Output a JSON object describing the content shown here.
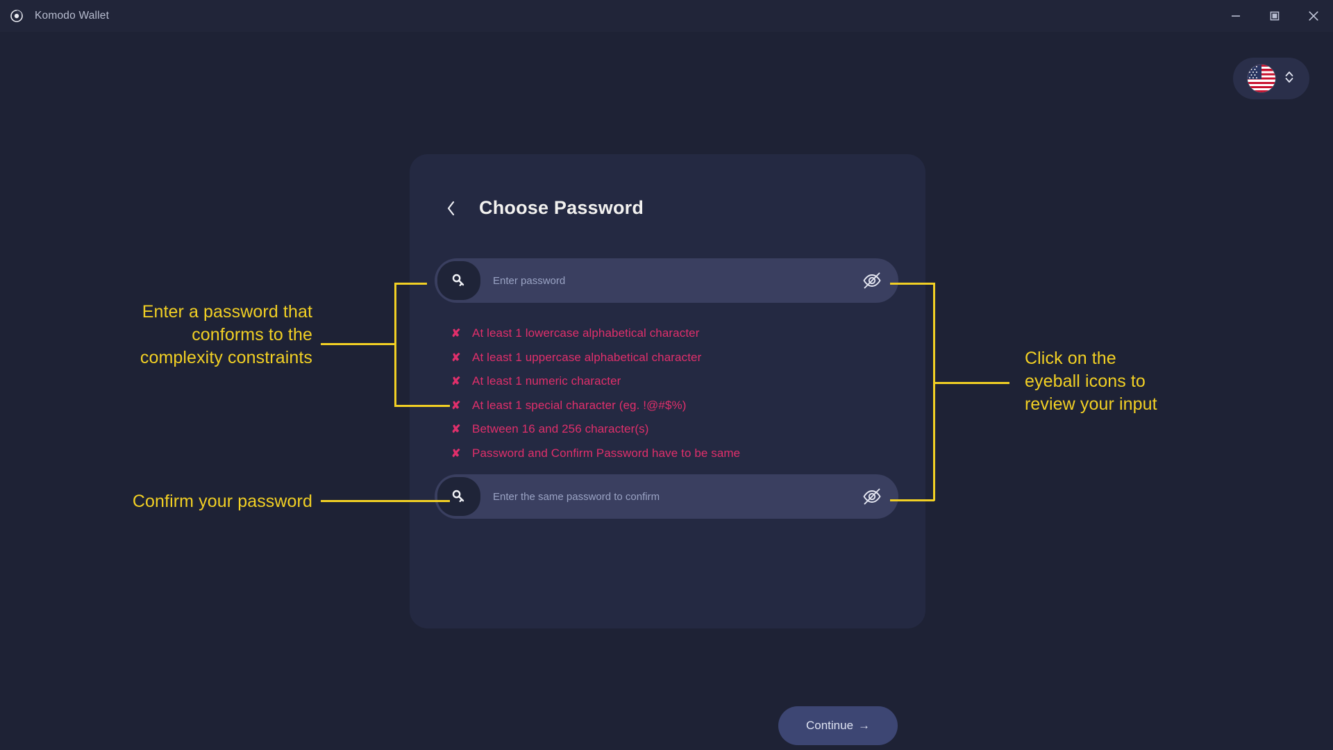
{
  "window": {
    "app_title": "Komodo Wallet",
    "logo_icon": "komodo-logo-icon",
    "minimize_icon": "minimize-icon",
    "maximize_icon": "maximize-icon",
    "close_icon": "close-icon"
  },
  "language_selector": {
    "flag_icon": "us-flag-icon",
    "chevron_icon": "chevron-up-down-icon",
    "selected": "English (US)"
  },
  "card": {
    "back_icon": "chevron-left-icon",
    "title": "Choose Password",
    "password_field": {
      "icon": "key-icon",
      "placeholder": "Enter password",
      "value": "",
      "toggle_icon": "eye-off-icon"
    },
    "confirm_field": {
      "icon": "key-icon",
      "placeholder": "Enter the same password to confirm",
      "value": "",
      "toggle_icon": "eye-off-icon"
    },
    "rules": [
      {
        "status_icon": "cross-icon",
        "text": "At least 1 lowercase alphabetical character"
      },
      {
        "status_icon": "cross-icon",
        "text": "At least 1 uppercase alphabetical character"
      },
      {
        "status_icon": "cross-icon",
        "text": "At least 1 numeric character"
      },
      {
        "status_icon": "cross-icon",
        "text": "At least 1 special character (eg. !@#$%)"
      },
      {
        "status_icon": "cross-icon",
        "text": "Between 16 and 256 character(s)"
      },
      {
        "status_icon": "cross-icon",
        "text": "Password and Confirm Password have to be same"
      }
    ],
    "rule_mark": "✘",
    "continue_label": "Continue",
    "continue_arrow": "→"
  },
  "annotations": {
    "left_top": "Enter a password that\nconforms to the\ncomplexity constraints",
    "left_bottom": "Confirm your password",
    "right": "Click on the\neyeball icons to\nreview your input"
  },
  "colors": {
    "background": "#1e2235",
    "titlebar": "#212539",
    "card": "#242942",
    "input": "#3a3f60",
    "key_badge": "#1f2438",
    "rule_error": "#e02f6b",
    "annotation": "#f2d024",
    "continue_button": "#3d4673"
  }
}
